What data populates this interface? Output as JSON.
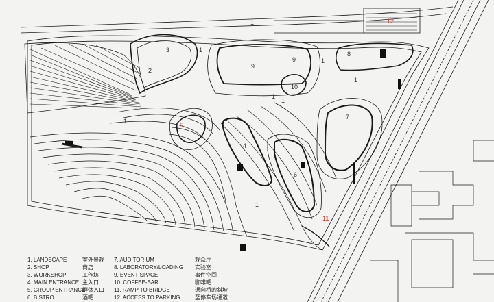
{
  "zone_numbers": {
    "n1": "1",
    "n2": "2",
    "n3": "3",
    "n4": "4",
    "n5": "5",
    "n6": "6",
    "n7": "7",
    "n8": "8",
    "n9": "9",
    "n10": "10",
    "n11": "11",
    "n12": "12"
  },
  "legend": {
    "col1": [
      {
        "en": "1. LANDSCAPE",
        "zh": "室外景观"
      },
      {
        "en": "2. SHOP",
        "zh": "商店"
      },
      {
        "en": "3. WORKSHOP",
        "zh": "工作坊"
      },
      {
        "en": "4. MAIN ENTRANCE",
        "zh": "主入口"
      },
      {
        "en": "5. GROUP ENTRANCE",
        "zh": "群体入口"
      },
      {
        "en": "6. BISTRO",
        "zh": "酒吧"
      }
    ],
    "col2": [
      {
        "en": "7. AUDITORIUM",
        "zh": "观众厅"
      },
      {
        "en": "8. LABORATORY/LOADING",
        "zh": "实验室"
      },
      {
        "en": "9. EVENT SPACE",
        "zh": "事件空间"
      },
      {
        "en": "10. COFFEE-BAR",
        "zh": "咖啡吧"
      },
      {
        "en": "11. RAMP TO BRIDGE",
        "zh": "通向桥的斜坡"
      },
      {
        "en": "12. ACCESS TO PARKING",
        "zh": "至停车场通道"
      }
    ]
  },
  "colors": {
    "line": "#1a1a1a",
    "label_red": "#c0392b",
    "background": "#f3f3f1"
  }
}
